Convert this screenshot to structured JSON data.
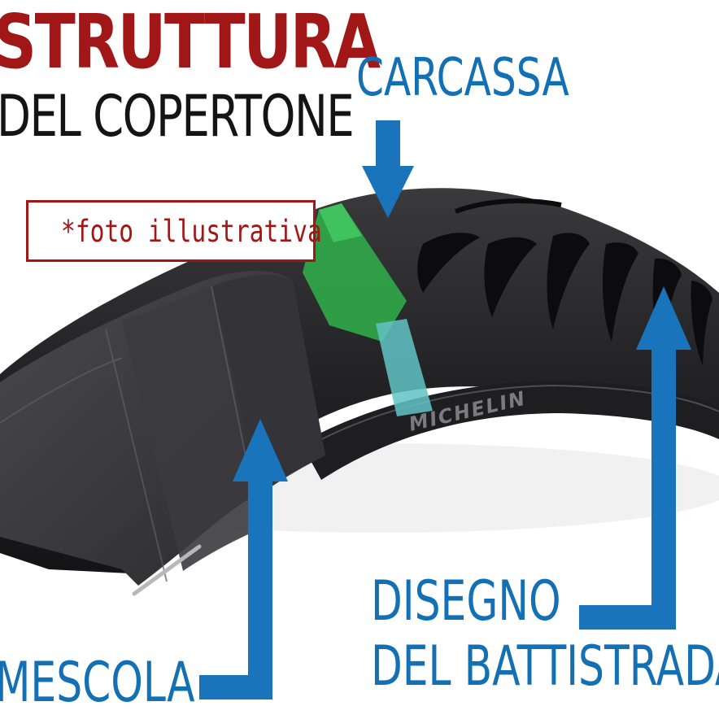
{
  "title": {
    "line1": "STRUTTURA",
    "line2": "DEL COPERTONE"
  },
  "note": "*foto illustrativa",
  "labels": {
    "carcass": "CARCASSA",
    "tread_line1": "DISEGNO",
    "tread_line2": "DEL BATTISTRADA",
    "compound": "MESCOLA"
  },
  "tire_brand": "MICHELIN",
  "colors": {
    "title_red": "#a11616",
    "label_blue": "#1470b4",
    "arrow_blue": "#1a74bb",
    "carcass_green": "#2fb14a",
    "carcass_cyan": "#62c3c6",
    "tire_dark": "#2b2b2d",
    "background": "#ffffff"
  }
}
